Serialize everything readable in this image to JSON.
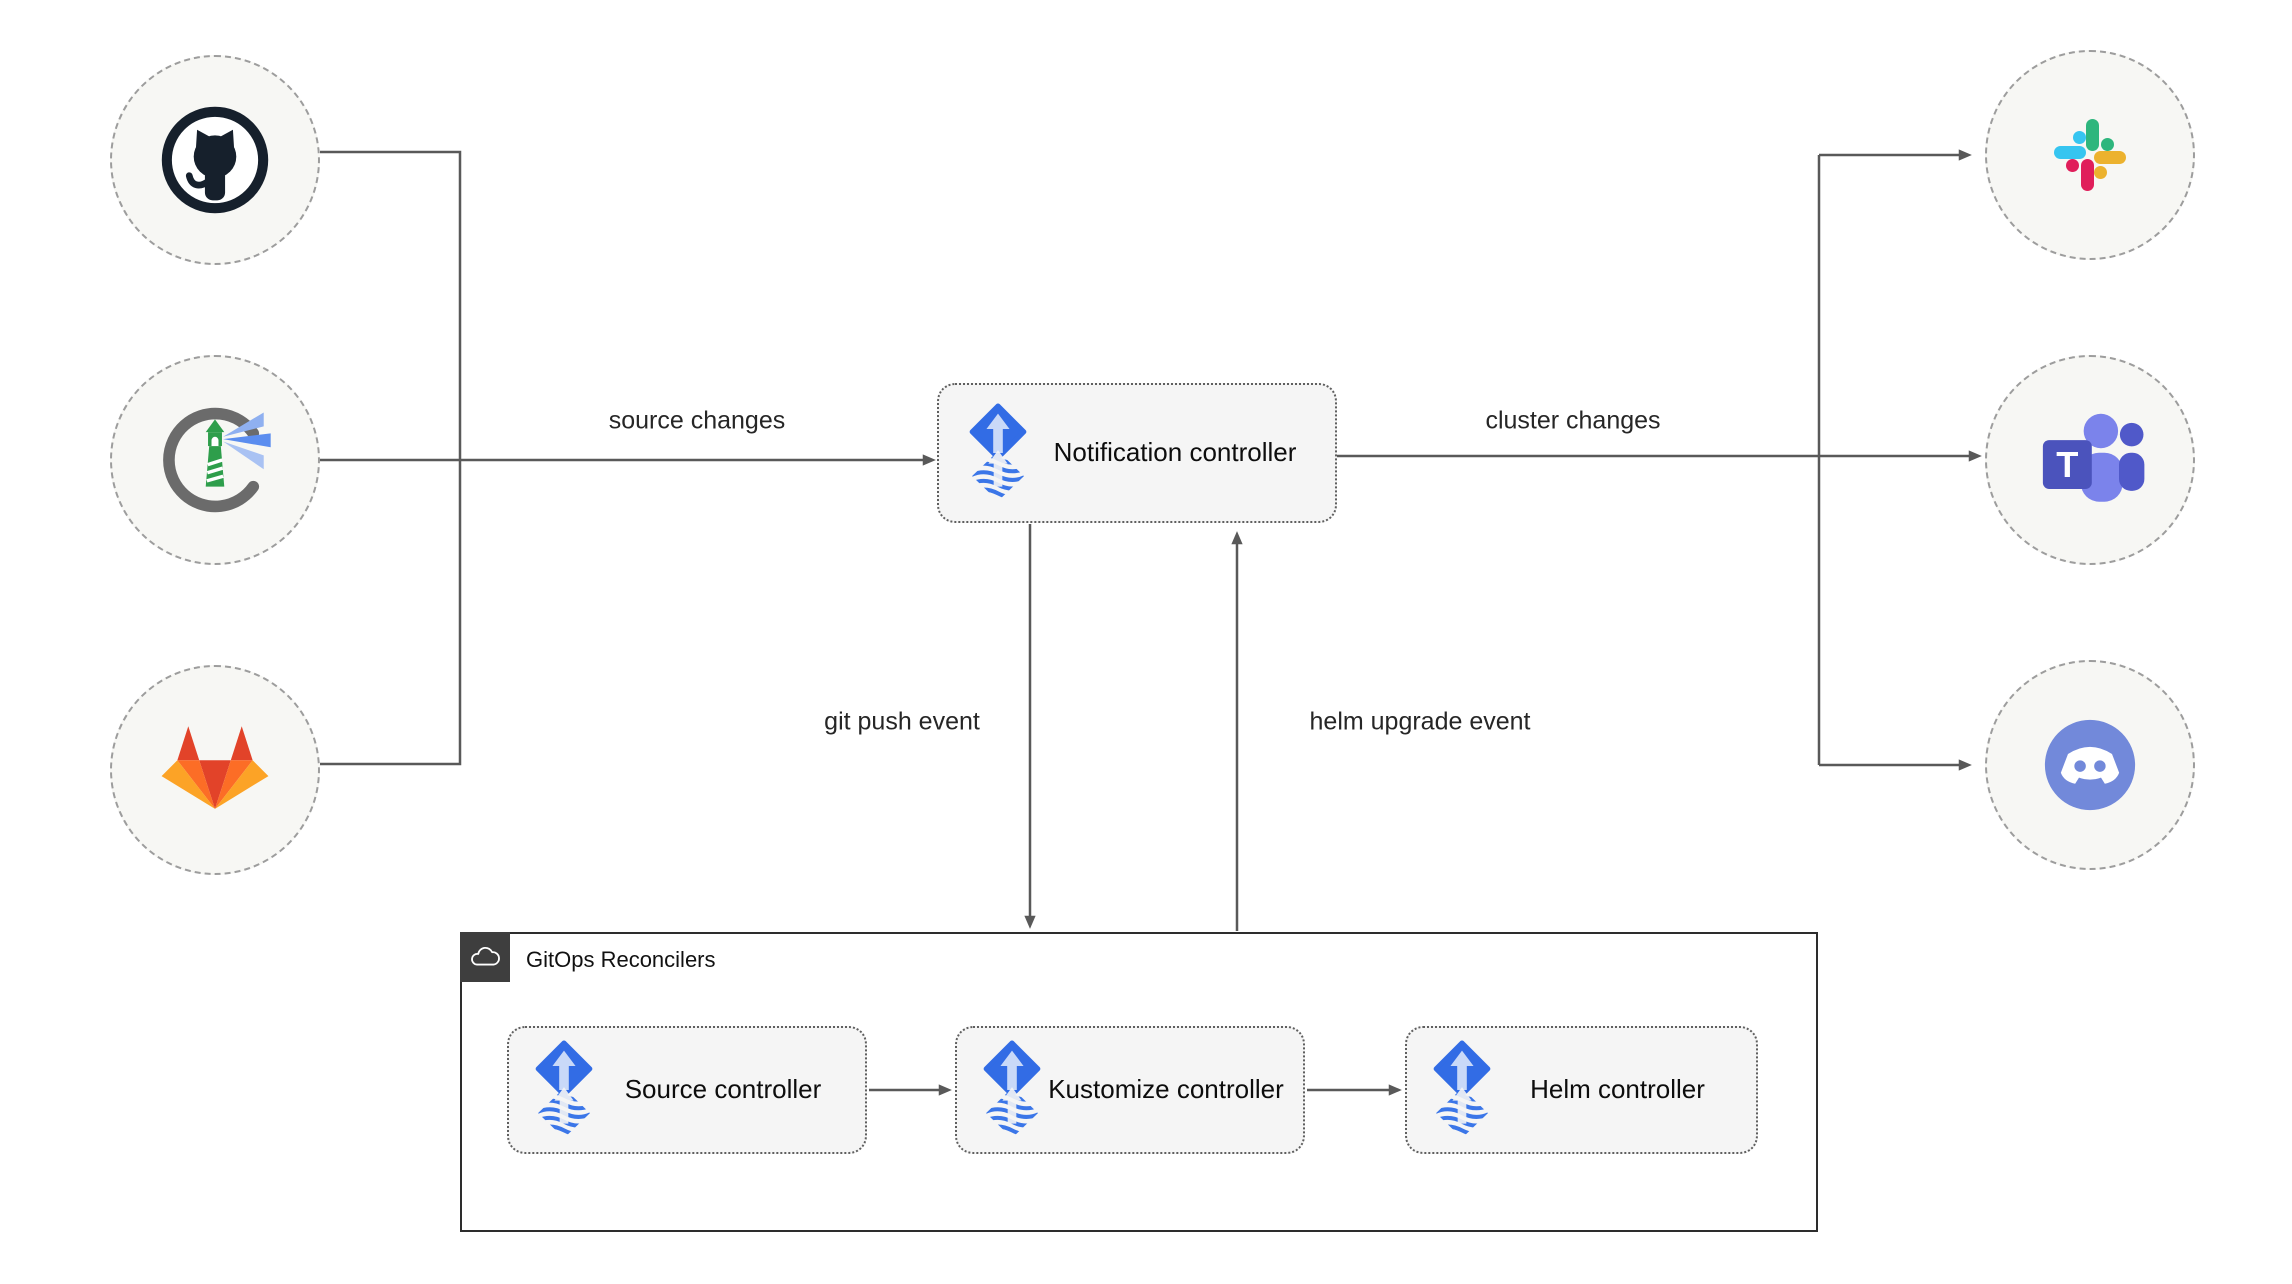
{
  "diagram": {
    "title_hint": "Flux notification controller flow",
    "sources": [
      {
        "icon": "github-icon"
      },
      {
        "icon": "harbor-icon"
      },
      {
        "icon": "gitlab-icon"
      }
    ],
    "receivers": [
      {
        "icon": "slack-icon"
      },
      {
        "icon": "teams-icon",
        "logo_letter": "T"
      },
      {
        "icon": "discord-icon"
      }
    ],
    "notification_controller": {
      "label": "Notification controller",
      "icon": "flux-icon"
    },
    "edge_labels": {
      "source_changes": "source changes",
      "cluster_changes": "cluster changes",
      "git_push_event": "git push event",
      "helm_upgrade_event": "helm upgrade event"
    },
    "gitops_reconcilers": {
      "label": "GitOps Reconcilers",
      "icon": "cloud-icon",
      "controllers": [
        {
          "label": "Source controller",
          "icon": "flux-icon"
        },
        {
          "label": "Kustomize controller",
          "icon": "flux-icon"
        },
        {
          "label": "Helm controller",
          "icon": "flux-icon"
        }
      ]
    },
    "colors": {
      "arrow_gray": "#595959",
      "node_fill": "#F7F7F4",
      "box_fill": "#F5F5F5",
      "container_badge": "#3E3E3E",
      "flux_blue": "#326CE5",
      "github_dark": "#16202C",
      "harbor_green": "#2E9E4B",
      "gitlab_red": "#E24329",
      "gitlab_orange": "#FC6D26",
      "gitlab_yellow": "#FCA326",
      "slack_blue": "#36C5F0",
      "slack_green": "#2EB67D",
      "slack_yellow": "#ECB22E",
      "slack_red": "#E01E5A",
      "teams_purple": "#4B53BC",
      "discord_blurple": "#7289DA"
    }
  }
}
